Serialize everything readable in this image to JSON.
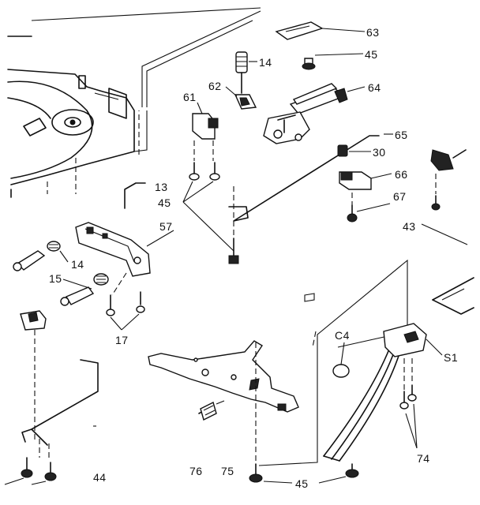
{
  "diagram": {
    "labels": [
      {
        "id": "l63",
        "text": "63"
      },
      {
        "id": "l45a",
        "text": "45"
      },
      {
        "id": "l14a",
        "text": "14"
      },
      {
        "id": "l62",
        "text": "62"
      },
      {
        "id": "l64",
        "text": "64"
      },
      {
        "id": "l61",
        "text": "61"
      },
      {
        "id": "l65",
        "text": "65"
      },
      {
        "id": "l30",
        "text": "30"
      },
      {
        "id": "l13",
        "text": "13"
      },
      {
        "id": "l66",
        "text": "66"
      },
      {
        "id": "l45b",
        "text": "45"
      },
      {
        "id": "l67",
        "text": "67"
      },
      {
        "id": "l57",
        "text": "57"
      },
      {
        "id": "l43",
        "text": "43"
      },
      {
        "id": "l14b",
        "text": "14"
      },
      {
        "id": "l15",
        "text": "15"
      },
      {
        "id": "lC4",
        "text": "C4"
      },
      {
        "id": "lS1",
        "text": "S1"
      },
      {
        "id": "l17",
        "text": "17"
      },
      {
        "id": "l74",
        "text": "74"
      },
      {
        "id": "l76",
        "text": "76"
      },
      {
        "id": "l75",
        "text": "75"
      },
      {
        "id": "l44",
        "text": "44"
      },
      {
        "id": "l45c",
        "text": "45"
      }
    ]
  }
}
